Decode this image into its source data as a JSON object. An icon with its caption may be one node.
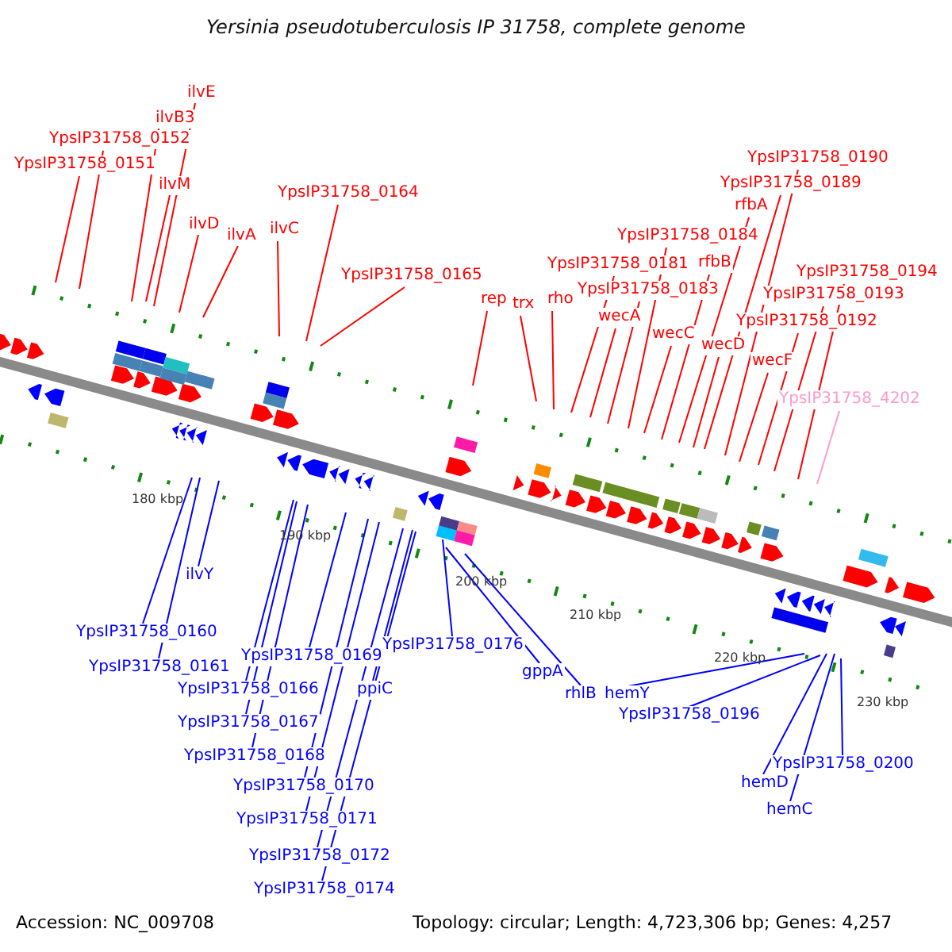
{
  "diagram": {
    "title": "Yersinia pseudotuberculosis IP 31758, complete genome",
    "nodes": [
      {
        "text": [
          "ilvE"
        ]
      },
      {
        "text": [
          "ilvB3"
        ]
      },
      {
        "text": [
          "YpsIP31758_0152"
        ]
      },
      {
        "text": [
          "YpsIP31758_0151"
        ]
      },
      {
        "text": [
          "ilvM"
        ]
      },
      {
        "text": [
          "ilvD"
        ]
      },
      {
        "text": [
          "ilvA"
        ]
      },
      {
        "text": [
          "ilvC"
        ]
      },
      {
        "text": [
          "YpsIP31758_0164"
        ]
      },
      {
        "text": [
          "YpsIP31758_0165"
        ]
      },
      {
        "text": [
          "rep"
        ]
      },
      {
        "text": [
          "trx"
        ]
      },
      {
        "text": [
          "rho"
        ]
      },
      {
        "text": [
          "YpsIP31758_0181"
        ]
      },
      {
        "text": [
          "YpsIP31758_0183"
        ]
      },
      {
        "text": [
          "wecA"
        ]
      },
      {
        "text": [
          "YpsIP31758_0184"
        ]
      },
      {
        "text": [
          "rfbB"
        ]
      },
      {
        "text": [
          "wecC"
        ]
      },
      {
        "text": [
          "rfbA"
        ]
      },
      {
        "text": [
          "wecD"
        ]
      },
      {
        "text": [
          "YpsIP31758_0189"
        ]
      },
      {
        "text": [
          "YpsIP31758_0190"
        ]
      },
      {
        "text": [
          "YpsIP31758_0192"
        ]
      },
      {
        "text": [
          "wecF"
        ]
      },
      {
        "text": [
          "YpsIP31758_0193"
        ]
      },
      {
        "text": [
          "YpsIP31758_0194"
        ]
      },
      {
        "text": [
          "YpsIP31758_4202"
        ]
      },
      {
        "text": [
          "ilvY"
        ]
      },
      {
        "text": [
          "YpsIP31758_0160"
        ]
      },
      {
        "text": [
          "YpsIP31758_0161"
        ]
      },
      {
        "text": [
          "YpsIP31758_0166"
        ]
      },
      {
        "text": [
          "YpsIP31758_0167"
        ]
      },
      {
        "text": [
          "YpsIP31758_0168"
        ]
      },
      {
        "text": [
          "YpsIP31758_0169"
        ]
      },
      {
        "text": [
          "YpsIP31758_0170"
        ]
      },
      {
        "text": [
          "YpsIP31758_0171"
        ]
      },
      {
        "text": [
          "YpsIP31758_0172"
        ]
      },
      {
        "text": [
          "YpsIP31758_0174"
        ]
      },
      {
        "text": [
          "ppiC"
        ]
      },
      {
        "text": [
          "YpsIP31758_0176"
        ]
      },
      {
        "text": [
          "gppA"
        ]
      },
      {
        "text": [
          "rhlB"
        ]
      },
      {
        "text": [
          "hemY"
        ]
      },
      {
        "text": [
          "YpsIP31758_0196"
        ]
      },
      {
        "text": [
          "hemD"
        ]
      },
      {
        "text": [
          "hemC"
        ]
      },
      {
        "text": [
          "YpsIP31758_0200"
        ]
      }
    ],
    "edges": [
      {
        "from": 0,
        "to": null,
        "arrow": "none",
        "color": "#ff0000"
      },
      {
        "from": 1,
        "to": null,
        "arrow": "none",
        "color": "#ff0000"
      },
      {
        "from": 2,
        "to": null,
        "arrow": "none",
        "color": "#ff0000"
      },
      {
        "from": 3,
        "to": null,
        "arrow": "none",
        "color": "#ff0000"
      },
      {
        "from": 4,
        "to": null,
        "arrow": "none",
        "color": "#ff0000"
      },
      {
        "from": 5,
        "to": null,
        "arrow": "none",
        "color": "#ff0000"
      },
      {
        "from": 6,
        "to": null,
        "arrow": "none",
        "color": "#ff0000"
      },
      {
        "from": 7,
        "to": null,
        "arrow": "none",
        "color": "#ff0000"
      },
      {
        "from": 8,
        "to": null,
        "arrow": "none",
        "color": "#ff0000"
      },
      {
        "from": 9,
        "to": null,
        "arrow": "none",
        "color": "#ff0000"
      },
      {
        "from": 10,
        "to": null,
        "arrow": "none",
        "color": "#ff0000"
      },
      {
        "from": 11,
        "to": null,
        "arrow": "none",
        "color": "#ff0000"
      },
      {
        "from": 12,
        "to": null,
        "arrow": "none",
        "color": "#ff0000"
      },
      {
        "from": 13,
        "to": null,
        "arrow": "none",
        "color": "#ff0000"
      },
      {
        "from": 14,
        "to": null,
        "arrow": "none",
        "color": "#ff0000"
      },
      {
        "from": 15,
        "to": null,
        "arrow": "none",
        "color": "#ff0000"
      },
      {
        "from": 16,
        "to": null,
        "arrow": "none",
        "color": "#ff0000"
      },
      {
        "from": 17,
        "to": null,
        "arrow": "none",
        "color": "#ff0000"
      },
      {
        "from": 18,
        "to": null,
        "arrow": "none",
        "color": "#ff0000"
      },
      {
        "from": 19,
        "to": null,
        "arrow": "none",
        "color": "#ff0000"
      },
      {
        "from": 20,
        "to": null,
        "arrow": "none",
        "color": "#ff0000"
      },
      {
        "from": 21,
        "to": null,
        "arrow": "none",
        "color": "#ff0000"
      },
      {
        "from": 22,
        "to": null,
        "arrow": "none",
        "color": "#ff0000"
      },
      {
        "from": 23,
        "to": null,
        "arrow": "none",
        "color": "#ff0000"
      },
      {
        "from": 24,
        "to": null,
        "arrow": "none",
        "color": "#ff0000"
      },
      {
        "from": 25,
        "to": null,
        "arrow": "none",
        "color": "#ff0000"
      },
      {
        "from": 26,
        "to": null,
        "arrow": "none",
        "color": "#ff0000"
      },
      {
        "from": 27,
        "to": null,
        "arrow": "none",
        "color": "#ff99cc"
      },
      {
        "from": 28,
        "to": null,
        "arrow": "none",
        "color": "#0000ff"
      },
      {
        "from": 29,
        "to": null,
        "arrow": "none",
        "color": "#0000ff"
      },
      {
        "from": 30,
        "to": null,
        "arrow": "none",
        "color": "#0000ff"
      },
      {
        "from": 31,
        "to": null,
        "arrow": "none",
        "color": "#0000ff"
      },
      {
        "from": 32,
        "to": null,
        "arrow": "none",
        "color": "#0000ff"
      },
      {
        "from": 33,
        "to": null,
        "arrow": "none",
        "color": "#0000ff"
      },
      {
        "from": 34,
        "to": null,
        "arrow": "none",
        "color": "#0000ff"
      },
      {
        "from": 35,
        "to": null,
        "arrow": "none",
        "color": "#0000ff"
      },
      {
        "from": 36,
        "to": null,
        "arrow": "none",
        "color": "#0000ff"
      },
      {
        "from": 37,
        "to": null,
        "arrow": "none",
        "color": "#0000ff"
      },
      {
        "from": 38,
        "to": null,
        "arrow": "none",
        "color": "#0000ff"
      },
      {
        "from": 39,
        "to": null,
        "arrow": "none",
        "color": "#0000ff"
      },
      {
        "from": 40,
        "to": null,
        "arrow": "none",
        "color": "#0000ff"
      },
      {
        "from": 41,
        "to": null,
        "arrow": "none",
        "color": "#0000ff"
      },
      {
        "from": 42,
        "to": null,
        "arrow": "none",
        "color": "#0000ff"
      },
      {
        "from": 43,
        "to": null,
        "arrow": "none",
        "color": "#0000ff"
      },
      {
        "from": 44,
        "to": null,
        "arrow": "none",
        "color": "#0000ff"
      },
      {
        "from": 45,
        "to": null,
        "arrow": "none",
        "color": "#0000ff"
      },
      {
        "from": 46,
        "to": null,
        "arrow": "none",
        "color": "#0000ff"
      },
      {
        "from": 47,
        "to": null,
        "arrow": "none",
        "color": "#0000ff"
      }
    ],
    "labels": [
      "180 kbp",
      "190 kbp",
      "200 kbp",
      "210 kbp",
      "220 kbp",
      "230 kbp",
      "Accession: NC_009708",
      "Topology: circular; Length: 4,723,306 bp; Genes: 4,257"
    ]
  }
}
